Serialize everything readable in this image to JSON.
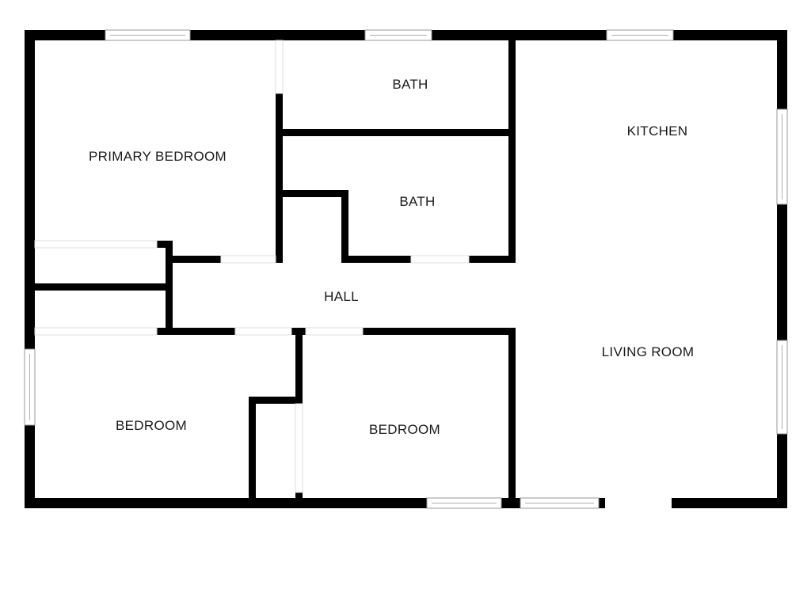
{
  "floor_plan": {
    "rooms": [
      {
        "id": "primary-bedroom",
        "label": "PRIMARY BEDROOM"
      },
      {
        "id": "bath-top",
        "label": "BATH"
      },
      {
        "id": "bath-middle",
        "label": "BATH"
      },
      {
        "id": "kitchen",
        "label": "KITCHEN"
      },
      {
        "id": "hall",
        "label": "HALL"
      },
      {
        "id": "living-room",
        "label": "LIVING ROOM"
      },
      {
        "id": "bedroom-left",
        "label": "BEDROOM"
      },
      {
        "id": "bedroom-middle",
        "label": "BEDROOM"
      }
    ],
    "colors": {
      "wall": "#000000",
      "background": "#ffffff",
      "window_frame": "#9a9a9a"
    }
  }
}
